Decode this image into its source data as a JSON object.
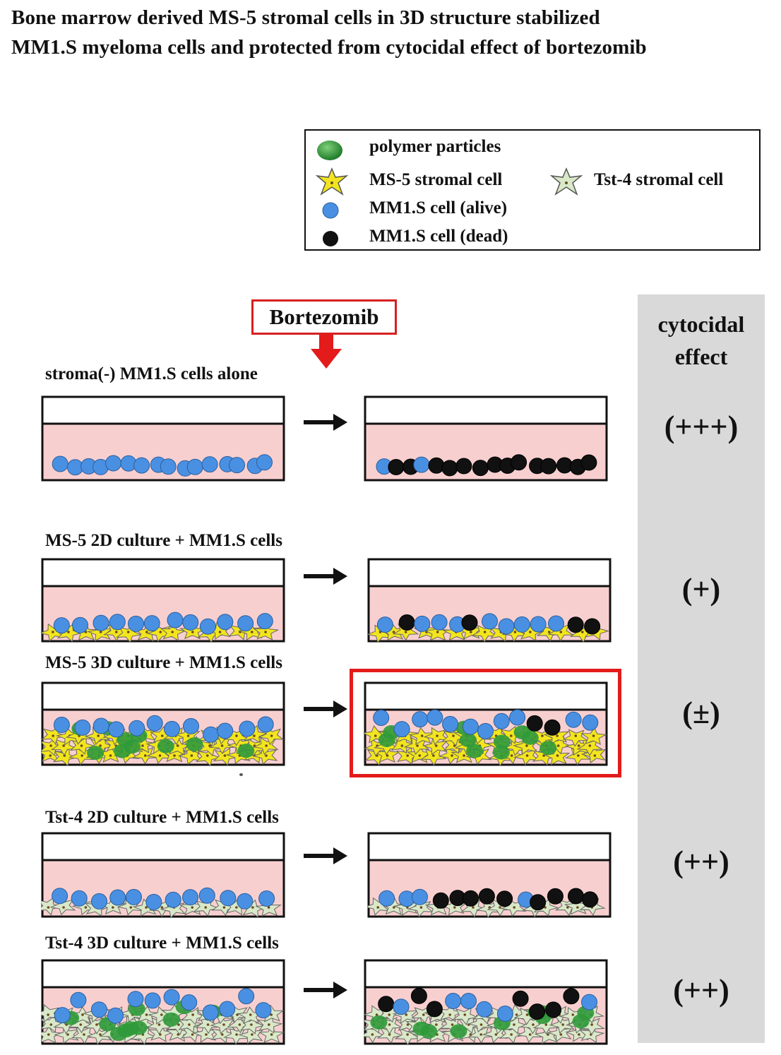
{
  "title_line1": "Bone marrow derived MS-5 stromal cells in 3D structure stabilized",
  "title_line2": "MM1.S myeloma cells and protected from cytocidal effect of bortezomib",
  "legend": {
    "polymer": "polymer particles",
    "ms5": "MS-5 stromal cell",
    "tst4": "Tst-4 stromal cell",
    "alive": "MM1.S cell (alive)",
    "dead": "MM1.S cell (dead)"
  },
  "drug": "Bortezomib",
  "effect_header_line1": "cytocidal",
  "effect_header_line2": "effect",
  "rows": [
    {
      "label": "stroma(-)  MM1.S cells alone",
      "effect": "(+++)"
    },
    {
      "label": "MS-5  2D culture + MM1.S cells",
      "effect": "(+)"
    },
    {
      "label": "MS-5  3D culture + MM1.S cells",
      "effect": "(±)"
    },
    {
      "label": "Tst-4  2D culture + MM1.S cells",
      "effect": "(++)"
    },
    {
      "label": "Tst-4  3D culture + MM1.S cells",
      "effect": "(++)"
    }
  ],
  "colors": {
    "medium": "#f8cfcf",
    "alive": "#4a90e2",
    "dead": "#111111",
    "ms5_cell": "#f2e51e",
    "tst4_cell": "#d9e8c8",
    "polymer": "#2f9a3a",
    "highlight": "#e31b1b",
    "sidebar": "#d9d9d9"
  }
}
